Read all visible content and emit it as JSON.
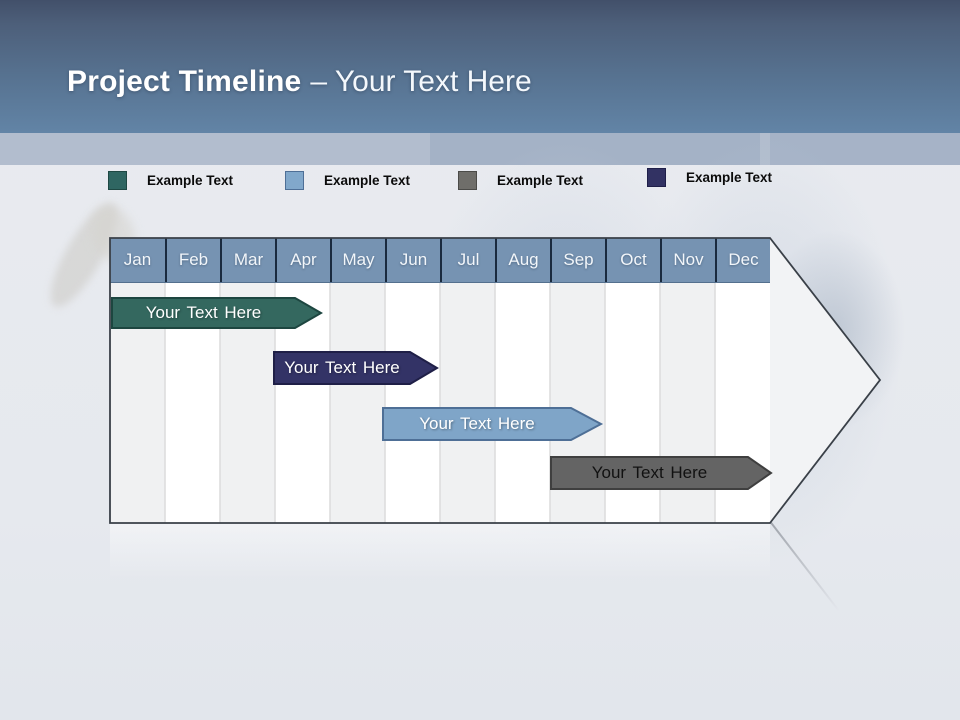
{
  "header": {
    "title_primary": "Project Timeline",
    "title_secondary": "– Your Text Here"
  },
  "legend": {
    "items": [
      {
        "label": "Example Text",
        "color": "#2f6662",
        "border_color": "#1e4843"
      },
      {
        "label": "Example Text",
        "color": "#81a8cb",
        "border_color": "#4e6f96"
      },
      {
        "label": "Example Text",
        "color": "#6f6e6a",
        "border_color": "#4b4b48"
      },
      {
        "label": "Example Text",
        "color": "#323263",
        "border_color": "#1f1f49"
      }
    ]
  },
  "timeline": {
    "months": [
      "Jan",
      "Feb",
      "Mar",
      "Apr",
      "May",
      "Jun",
      "Jul",
      "Aug",
      "Sep",
      "Oct",
      "Nov",
      "Dec"
    ],
    "header_bg": "#7693b2",
    "bars": [
      {
        "label": "Your Text Here",
        "fill": "#34685f",
        "stroke": "#1d4640",
        "text_color": "#ffffff",
        "start_month": "Jan",
        "end_month": "Apr"
      },
      {
        "label": "Your Text Here",
        "fill": "#333366",
        "stroke": "#1f1f47",
        "text_color": "#ffffff",
        "start_month": "Apr",
        "end_month": "Jun"
      },
      {
        "label": "Your Text Here",
        "fill": "#7fa5c8",
        "stroke": "#4e6f96",
        "text_color": "#ffffff",
        "start_month": "Jun",
        "end_month": "Sep"
      },
      {
        "label": "Your Text Here",
        "fill": "#646464",
        "stroke": "#3f3f3f",
        "text_color": "#111111",
        "start_month": "Sep",
        "end_month": "Dec"
      }
    ]
  },
  "theme": {
    "header_gradient_top": "#42506a",
    "header_gradient_bottom": "#6284a6",
    "band_color": "#b2bdce",
    "slide_background": "#e7e9ee",
    "arrow_fill": "#f2f3f5",
    "arrow_outline": "#3a4048",
    "stripe_gray": "#f0f1f2",
    "stripe_white": "#ffffff",
    "month_separator": "#1a2a3e"
  }
}
